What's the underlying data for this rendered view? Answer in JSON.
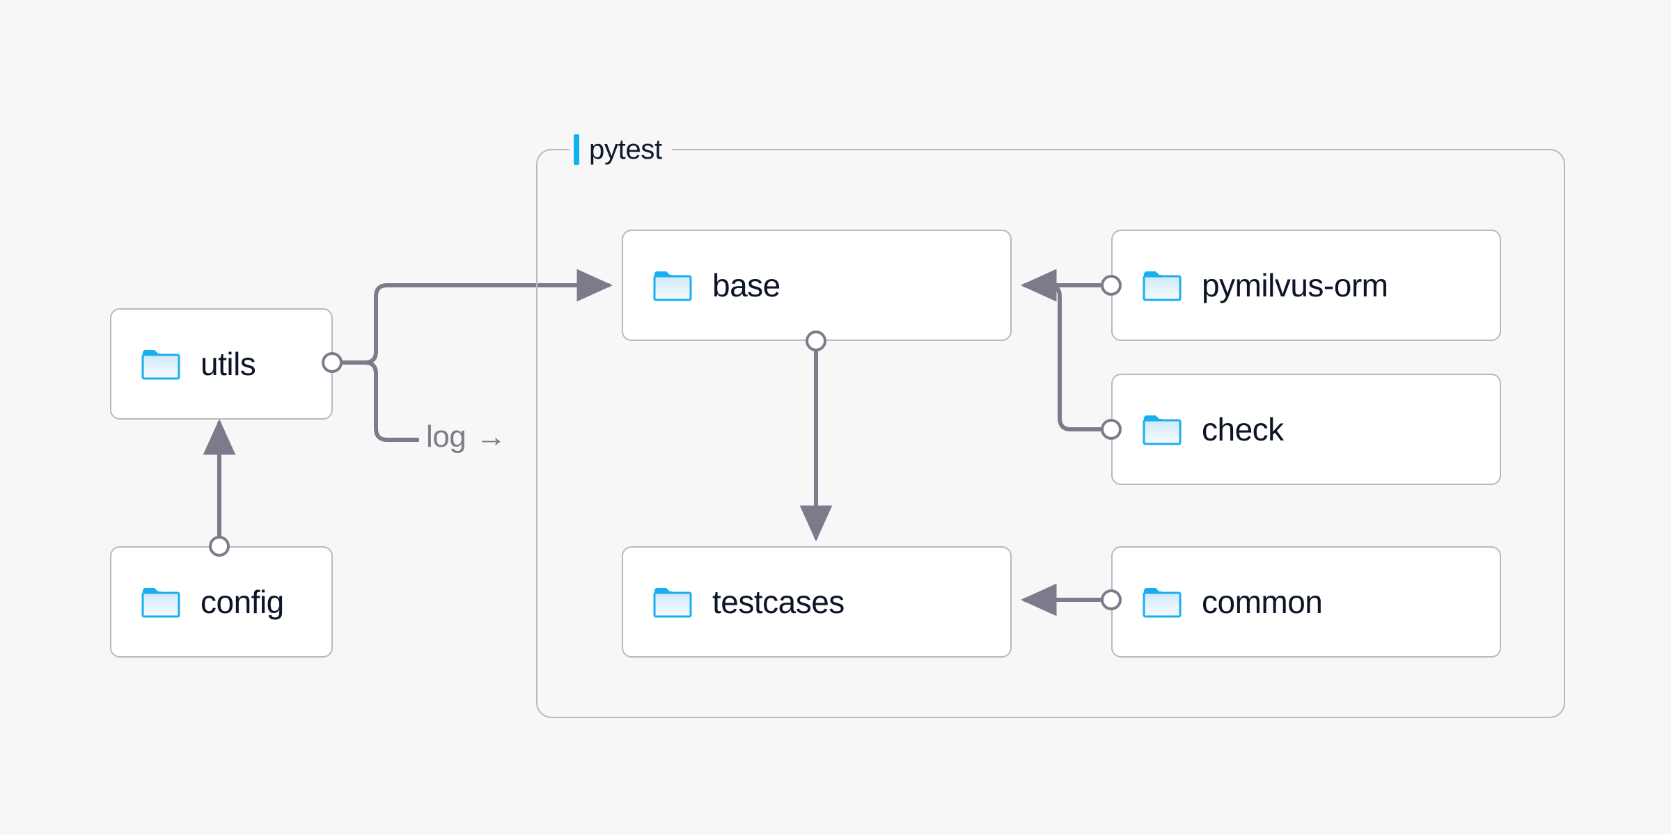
{
  "canvas": {
    "background": "#f7f7f8",
    "edge_color": "#7c7b8b",
    "node_border_color": "#b9b8c4",
    "node_fill": "#ffffff",
    "accent_color": "#12b0f0",
    "text_color": "#0c1427"
  },
  "group": {
    "label": "pytest",
    "accent_name": "accent-bar"
  },
  "nodes": [
    {
      "id": "utils",
      "label": "utils",
      "icon": "folder-icon"
    },
    {
      "id": "config",
      "label": "config",
      "icon": "folder-icon"
    },
    {
      "id": "base",
      "label": "base",
      "icon": "folder-icon"
    },
    {
      "id": "testcases",
      "label": "testcases",
      "icon": "folder-icon"
    },
    {
      "id": "pymilvus-orm",
      "label": "pymilvus-orm",
      "icon": "folder-icon"
    },
    {
      "id": "check",
      "label": "check",
      "icon": "folder-icon"
    },
    {
      "id": "common",
      "label": "common",
      "icon": "folder-icon"
    }
  ],
  "edges": [
    {
      "id": "utils-base",
      "from": "utils",
      "to": "base",
      "label": ""
    },
    {
      "id": "utils-log",
      "from": "utils",
      "to": "pytest",
      "label": "log",
      "label_arrow": "→"
    },
    {
      "id": "config-utils",
      "from": "config",
      "to": "utils",
      "label": ""
    },
    {
      "id": "base-testcases",
      "from": "base",
      "to": "testcases",
      "label": ""
    },
    {
      "id": "pymilvus-orm-base",
      "from": "pymilvus-orm",
      "to": "base",
      "label": ""
    },
    {
      "id": "check-base",
      "from": "check",
      "to": "base",
      "label": ""
    },
    {
      "id": "common-testcases",
      "from": "common",
      "to": "testcases",
      "label": ""
    }
  ]
}
